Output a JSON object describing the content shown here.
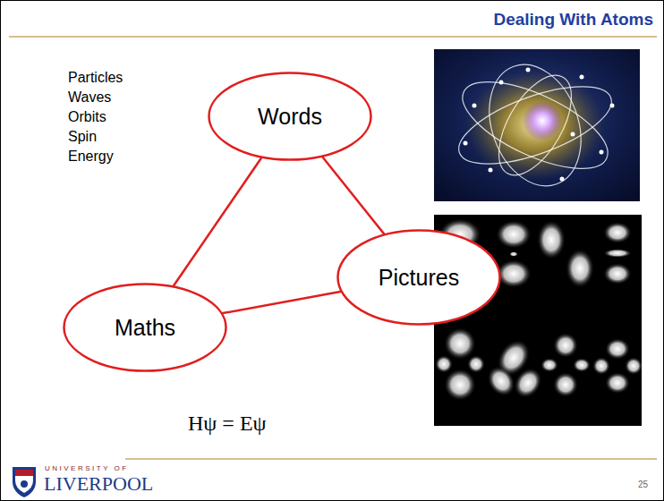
{
  "diagram": {
    "title": "Dealing With Atoms",
    "nodes": [
      {
        "text": [
          "Words"
        ]
      },
      {
        "text": [
          "Pictures"
        ]
      },
      {
        "text": [
          "Maths"
        ]
      }
    ],
    "edges": [
      {
        "from": 0,
        "to": 2,
        "arrow": "none"
      },
      {
        "from": 0,
        "to": 1,
        "arrow": "none"
      },
      {
        "from": 2,
        "to": 1,
        "arrow": "none"
      }
    ],
    "labels": [
      "Particles",
      "Waves",
      "Orbits",
      "Spin",
      "Energy",
      "Hψ = Eψ",
      "UNIVERSITY OF",
      "LIVERPOOL",
      "25"
    ]
  }
}
